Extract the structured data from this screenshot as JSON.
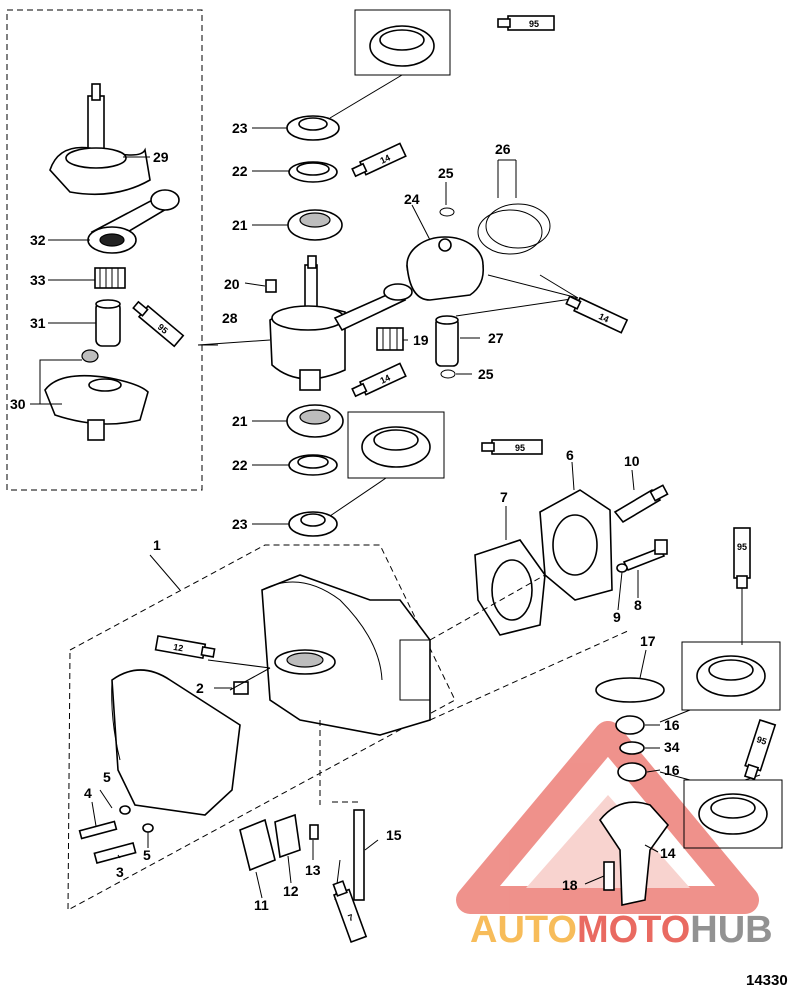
{
  "parts": [
    {
      "num": "1"
    },
    {
      "num": "2"
    },
    {
      "num": "3"
    },
    {
      "num": "4"
    },
    {
      "num": "5"
    },
    {
      "num": "5"
    },
    {
      "num": "6"
    },
    {
      "num": "7"
    },
    {
      "num": "8"
    },
    {
      "num": "9"
    },
    {
      "num": "10"
    },
    {
      "num": "11"
    },
    {
      "num": "12"
    },
    {
      "num": "13"
    },
    {
      "num": "14"
    },
    {
      "num": "15"
    },
    {
      "num": "16"
    },
    {
      "num": "16"
    },
    {
      "num": "17"
    },
    {
      "num": "18"
    },
    {
      "num": "19"
    },
    {
      "num": "20"
    },
    {
      "num": "21"
    },
    {
      "num": "21"
    },
    {
      "num": "22"
    },
    {
      "num": "22"
    },
    {
      "num": "23"
    },
    {
      "num": "23"
    },
    {
      "num": "24"
    },
    {
      "num": "25"
    },
    {
      "num": "25"
    },
    {
      "num": "26"
    },
    {
      "num": "27"
    },
    {
      "num": "28"
    },
    {
      "num": "29"
    },
    {
      "num": "30"
    },
    {
      "num": "31"
    },
    {
      "num": "32"
    },
    {
      "num": "33"
    },
    {
      "num": "34"
    }
  ],
  "lubricants": [
    "95",
    "14",
    "95",
    "14",
    "14",
    "95",
    "12",
    "95",
    "95",
    "7"
  ],
  "figure_number": "14330",
  "watermark": {
    "part1": "AUTO",
    "part2": "MOTO",
    "part3": "HUB",
    "color_orange": "#f5a623",
    "color_red": "#e2392d",
    "color_gray": "#6e6e6e"
  }
}
